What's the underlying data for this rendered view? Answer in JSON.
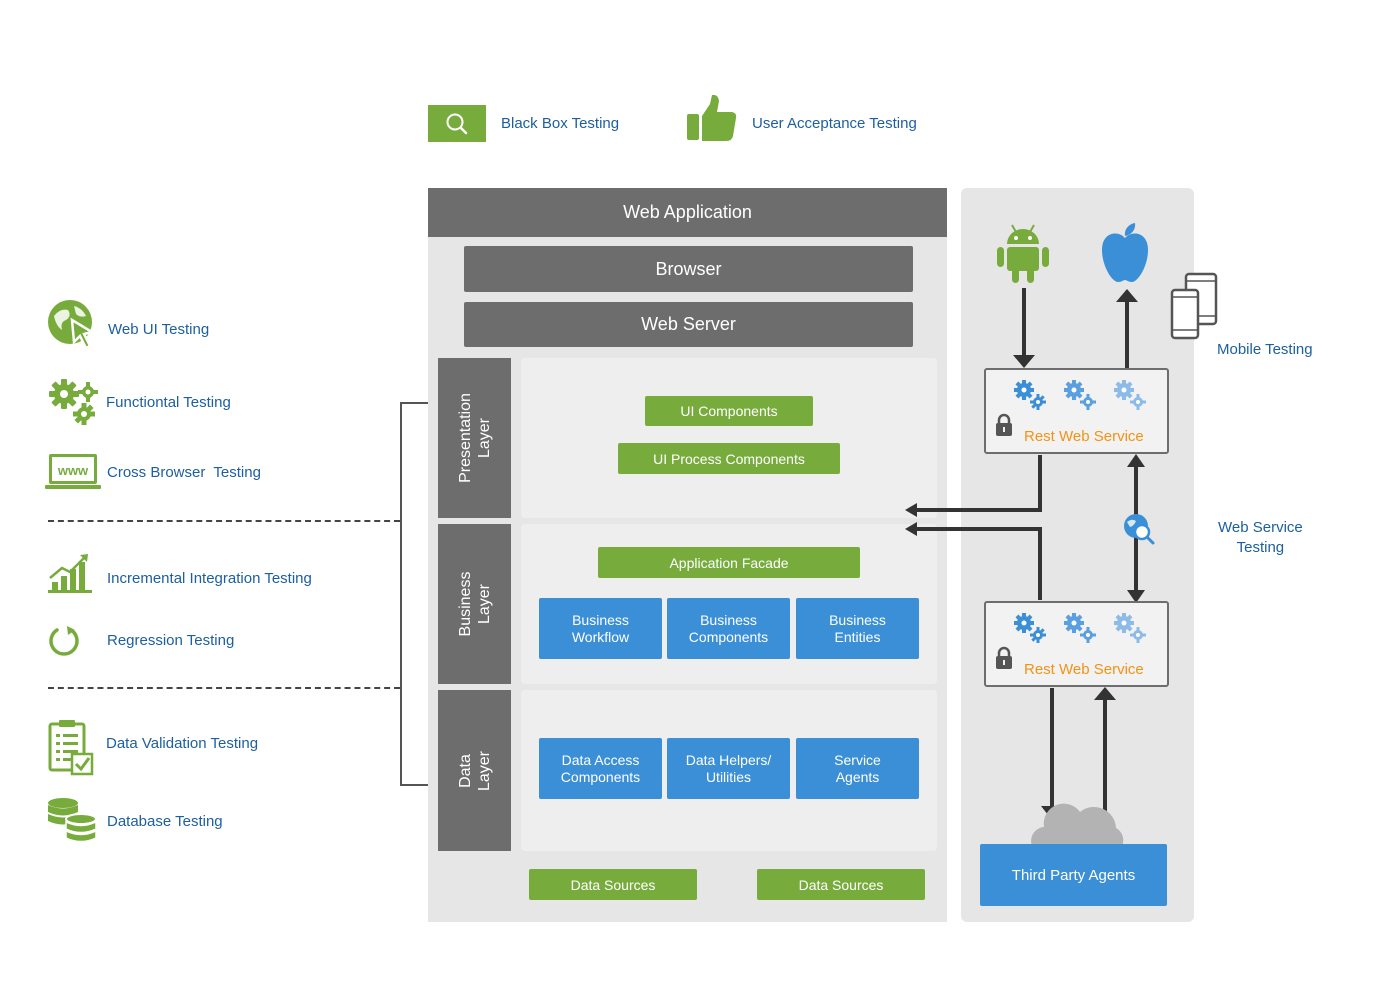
{
  "legend_top": {
    "black_box": "Black Box Testing",
    "uat": "User Acceptance Testing"
  },
  "left_tests": {
    "web_ui": "Web UI Testing",
    "functional": "Functiontal Testing",
    "cross_browser": "Cross Browser  Testing",
    "incremental": "Incremental Integration Testing",
    "regression": "Regression Testing",
    "data_validation": "Data Validation Testing",
    "database": "Database Testing"
  },
  "web_app": {
    "title": "Web Application",
    "browser": "Browser",
    "web_server": "Web Server",
    "presentation_layer": [
      "Presentation",
      "Layer"
    ],
    "business_layer": [
      "Business",
      "Layer"
    ],
    "data_layer": [
      "Data",
      "Layer"
    ],
    "ui_components": "UI Components",
    "ui_process_components": "UI Process Components",
    "application_facade": "Application Facade",
    "business_workflow": [
      "Business",
      "Workflow"
    ],
    "business_components": [
      "Business",
      "Components"
    ],
    "business_entities": [
      "Business",
      "Entities"
    ],
    "data_access_components": [
      "Data Access",
      "Components"
    ],
    "data_helpers": [
      "Data Helpers/",
      "Utilities"
    ],
    "service_agents": [
      "Service",
      "Agents"
    ],
    "data_sources_1": "Data Sources",
    "data_sources_2": "Data Sources"
  },
  "services": {
    "rest_web_service_1": "Rest Web Service",
    "rest_web_service_2": "Rest Web Service",
    "third_party_agents": "Third Party Agents",
    "mobile_testing": "Mobile Testing",
    "web_service_testing": [
      "Web Service",
      "Testing"
    ]
  },
  "colors": {
    "green": "#77ac3d",
    "blue": "#3b8fd6",
    "dark_gray": "#6d6d6d",
    "orange": "#f39214",
    "label_blue": "#1d5fa0"
  }
}
